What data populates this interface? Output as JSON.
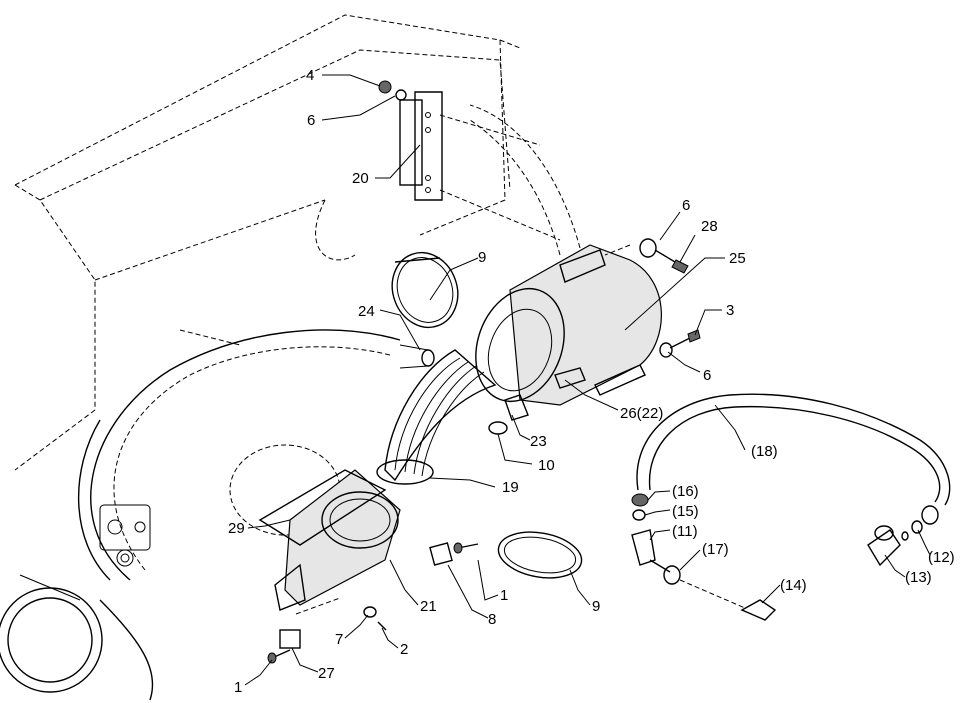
{
  "callouts": {
    "c4": "4",
    "c6_top": "6",
    "c20": "20",
    "c6_right": "6",
    "c28": "28",
    "c9_top": "9",
    "c25": "25",
    "c24": "24",
    "c3": "3",
    "c6_low": "6",
    "c26_22": "26(22)",
    "c18": "(18)",
    "c23": "23",
    "c10": "10",
    "c19": "19",
    "c16": "(16)",
    "c15": "(15)",
    "c11": "(11)",
    "c17": "(17)",
    "c12": "(12)",
    "c13": "(13)",
    "c14": "(14)",
    "c29": "29",
    "c21": "21",
    "c1_mid": "1",
    "c8": "8",
    "c9_bottom": "9",
    "c7": "7",
    "c2": "2",
    "c1_bottom": "1",
    "c27": "27"
  }
}
